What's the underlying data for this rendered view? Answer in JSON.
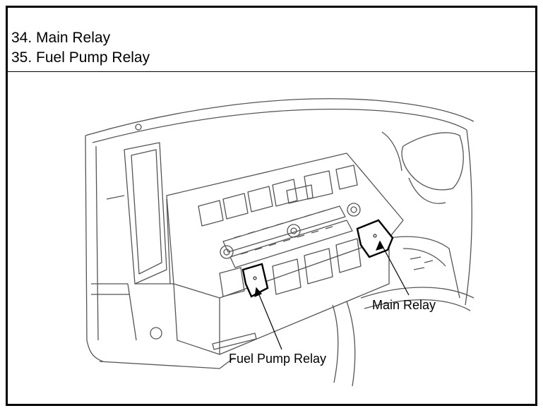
{
  "header": {
    "line1": "34. Main Relay",
    "line2": "35. Fuel Pump Relay"
  },
  "diagram": {
    "callouts": {
      "main_relay": "Main Relay",
      "fuel_pump_relay": "Fuel Pump Relay"
    }
  },
  "colors": {
    "stroke": "#555555",
    "highlight": "#000000",
    "background": "#ffffff"
  }
}
